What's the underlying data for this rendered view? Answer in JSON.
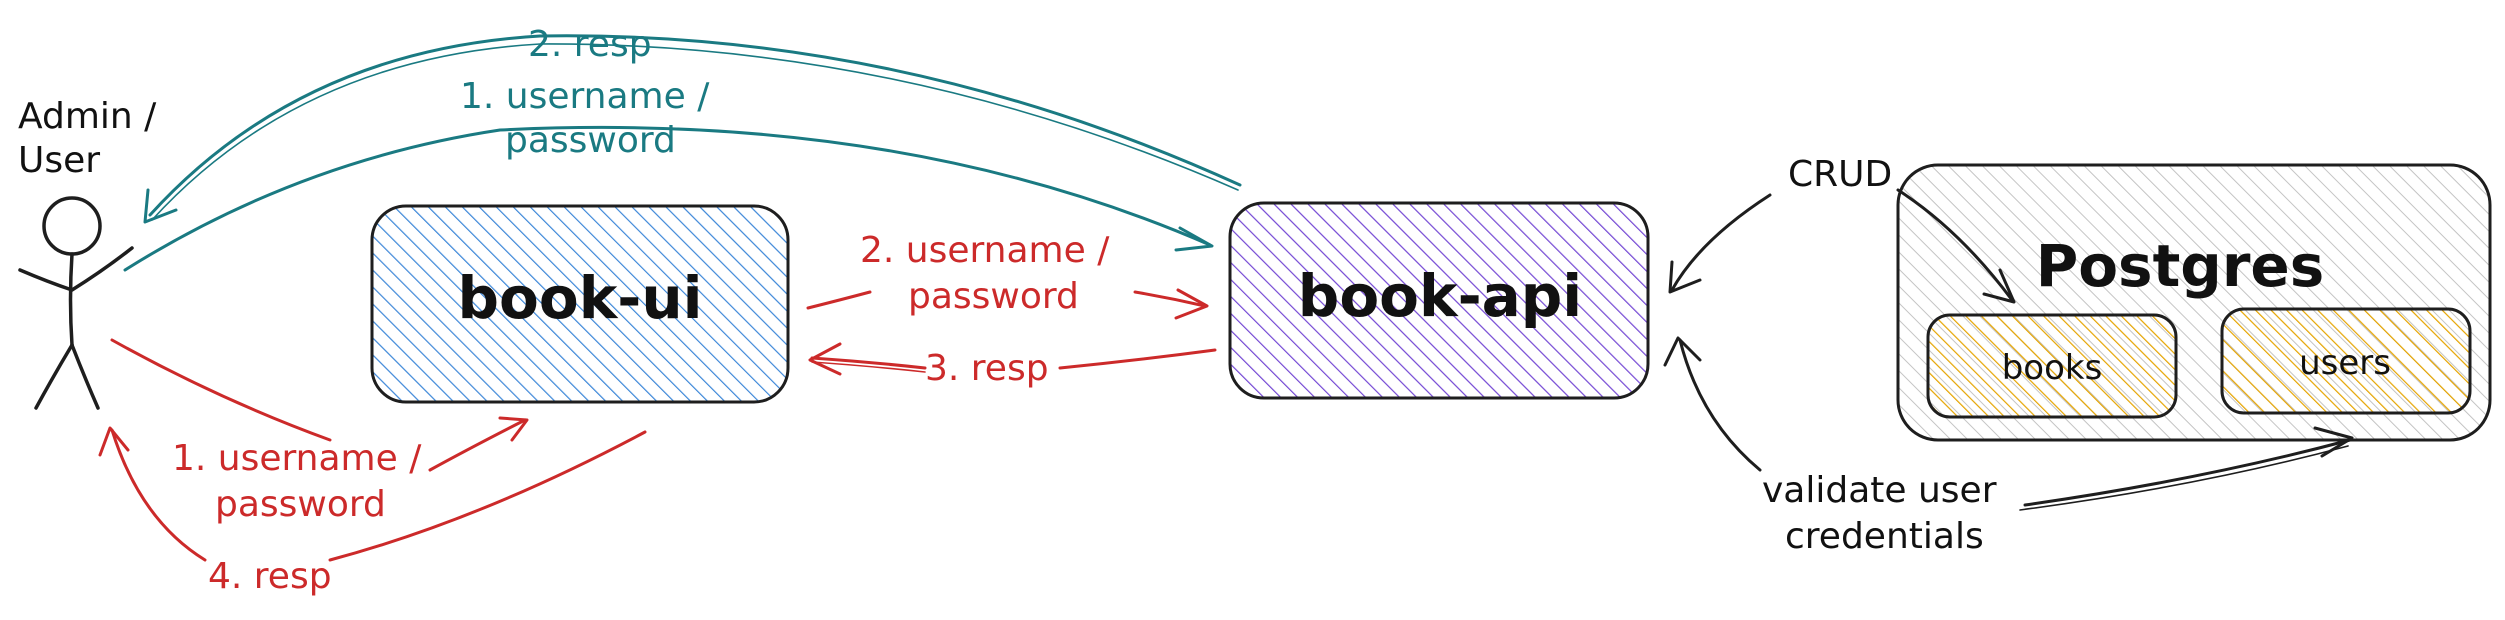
{
  "actor": {
    "label_line1": "Admin /",
    "label_line2": "User"
  },
  "boxes": {
    "ui": {
      "title": "book-ui",
      "fill": "#4a90d9",
      "stroke": "#1e1e1e"
    },
    "api": {
      "title": "book-api",
      "fill": "#7b52d6",
      "stroke": "#1e1e1e"
    },
    "db": {
      "title": "Postgres",
      "fill": "#bcbcbc",
      "stroke": "#1e1e1e",
      "tables": [
        {
          "label": "books",
          "fill": "#e8a700"
        },
        {
          "label": "users",
          "fill": "#e8a700"
        }
      ]
    }
  },
  "flows": {
    "direct": {
      "color": "#1a7a82",
      "request_line1": "1. username /",
      "request_line2": "password",
      "response": "2. resp"
    },
    "via_ui": {
      "color": "#cc2a2a",
      "user_request_line1": "1. username /",
      "user_request_line2": "password",
      "api_request_line1": "2. username /",
      "api_request_line2": "password",
      "api_response": "3. resp",
      "user_response": "4. resp"
    },
    "db": {
      "crud": "CRUD",
      "validate_line1": "validate user",
      "validate_line2": "credentials"
    }
  }
}
